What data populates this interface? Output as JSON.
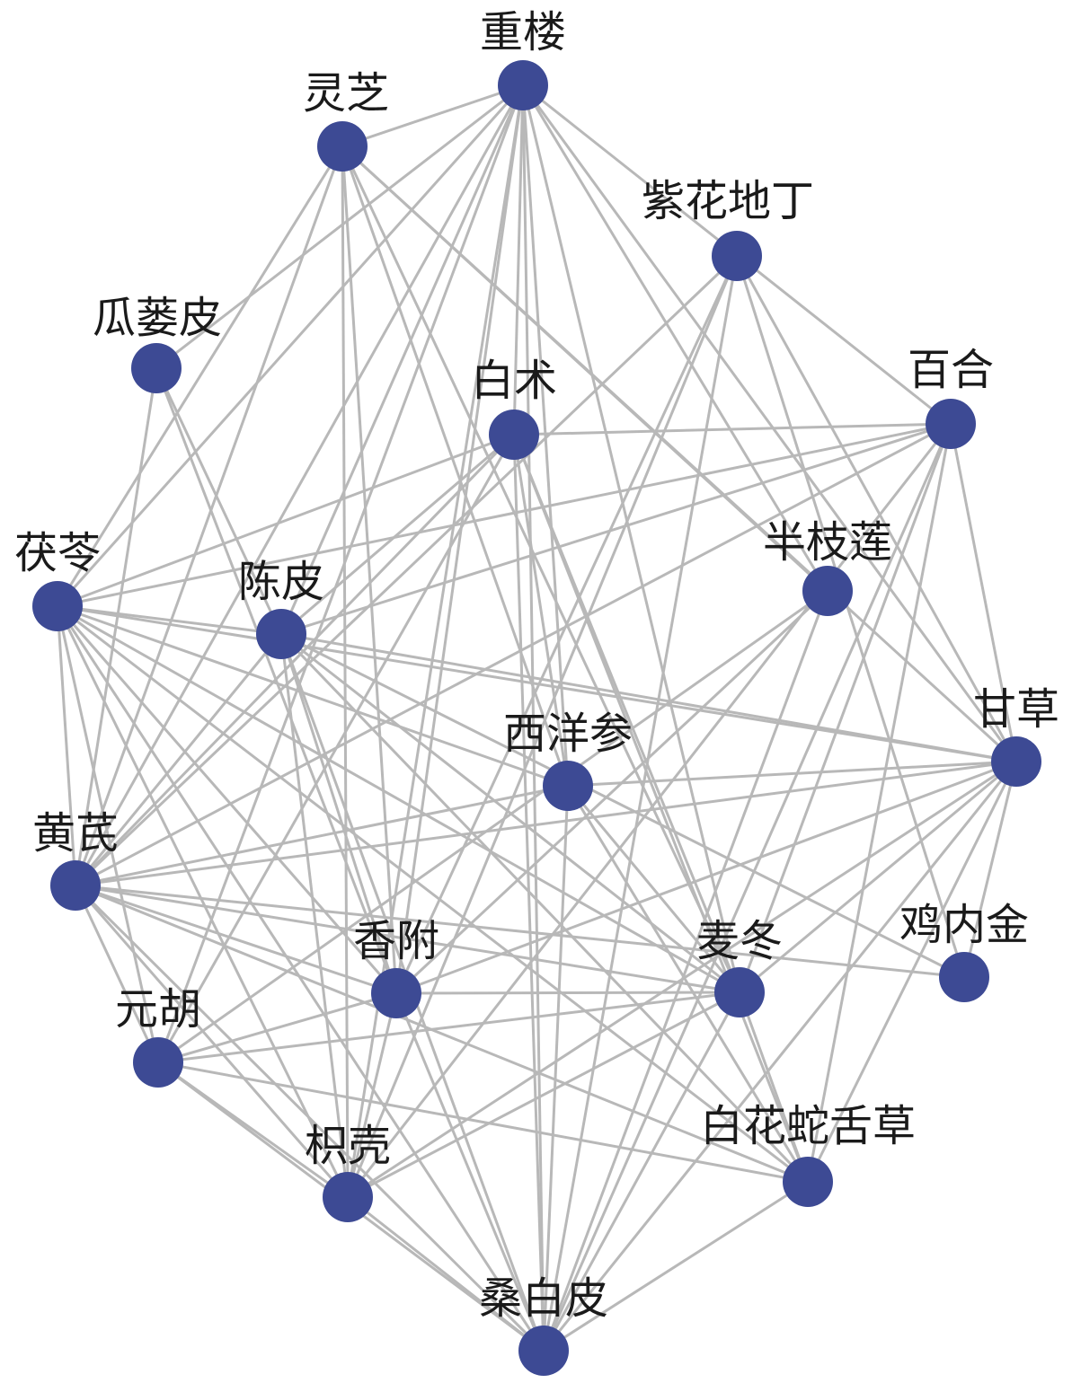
{
  "network": {
    "colors": {
      "node": "#3d4a94",
      "edge": "#b8b8b8",
      "label": "#1a1a1a"
    },
    "nodes": [
      {
        "id": "chonglou",
        "label": "重楼"
      },
      {
        "id": "lingzhi",
        "label": "灵芝"
      },
      {
        "id": "zihuadiding",
        "label": "紫花地丁"
      },
      {
        "id": "gualoupi",
        "label": "瓜蒌皮"
      },
      {
        "id": "baizhu",
        "label": "白术"
      },
      {
        "id": "baihe",
        "label": "百合"
      },
      {
        "id": "fuling",
        "label": "茯苓"
      },
      {
        "id": "chenpi",
        "label": "陈皮"
      },
      {
        "id": "banzhilian",
        "label": "半枝莲"
      },
      {
        "id": "gancao",
        "label": "甘草"
      },
      {
        "id": "xiyangshen",
        "label": "西洋参"
      },
      {
        "id": "huangqi",
        "label": "黄芪"
      },
      {
        "id": "xiangfu",
        "label": "香附"
      },
      {
        "id": "maidong",
        "label": "麦冬"
      },
      {
        "id": "jineijin",
        "label": "鸡内金"
      },
      {
        "id": "yuanhu",
        "label": "元胡"
      },
      {
        "id": "zhiqiao",
        "label": "枳壳"
      },
      {
        "id": "baihuasheshecao",
        "label": "白花蛇舌草"
      },
      {
        "id": "sangbaipi",
        "label": "桑白皮"
      }
    ],
    "edges": [
      [
        "chonglou",
        "lingzhi"
      ],
      [
        "chonglou",
        "gualoupi"
      ],
      [
        "chonglou",
        "fuling"
      ],
      [
        "chonglou",
        "chenpi"
      ],
      [
        "chonglou",
        "baizhu"
      ],
      [
        "chonglou",
        "xiyangshen"
      ],
      [
        "chonglou",
        "huangqi"
      ],
      [
        "chonglou",
        "xiangfu"
      ],
      [
        "chonglou",
        "maidong"
      ],
      [
        "chonglou",
        "zhiqiao"
      ],
      [
        "chonglou",
        "sangbaipi"
      ],
      [
        "chonglou",
        "banzhilian"
      ],
      [
        "chonglou",
        "baihe"
      ],
      [
        "chonglou",
        "yuanhu"
      ],
      [
        "chonglou",
        "gancao"
      ],
      [
        "lingzhi",
        "fuling"
      ],
      [
        "lingzhi",
        "huangqi"
      ],
      [
        "lingzhi",
        "xiyangshen"
      ],
      [
        "lingzhi",
        "maidong"
      ],
      [
        "lingzhi",
        "gancao"
      ],
      [
        "lingzhi",
        "zhiqiao"
      ],
      [
        "lingzhi",
        "banzhilian"
      ],
      [
        "lingzhi",
        "xiangfu"
      ],
      [
        "zihuadiding",
        "xiangfu"
      ],
      [
        "zihuadiding",
        "zhiqiao"
      ],
      [
        "zihuadiding",
        "gancao"
      ],
      [
        "zihuadiding",
        "sangbaipi"
      ],
      [
        "zihuadiding",
        "jineijin"
      ],
      [
        "zihuadiding",
        "huangqi"
      ],
      [
        "gualoupi",
        "chenpi"
      ],
      [
        "gualoupi",
        "huangqi"
      ],
      [
        "gualoupi",
        "xiangfu"
      ],
      [
        "baizhu",
        "fuling"
      ],
      [
        "baizhu",
        "huangqi"
      ],
      [
        "baizhu",
        "xiyangshen"
      ],
      [
        "baizhu",
        "maidong"
      ],
      [
        "baizhu",
        "sangbaipi"
      ],
      [
        "baizhu",
        "yuanhu"
      ],
      [
        "baizhu",
        "chenpi"
      ],
      [
        "baizhu",
        "baihe"
      ],
      [
        "baizhu",
        "baihuasheshecao"
      ],
      [
        "baihe",
        "fuling"
      ],
      [
        "baihe",
        "huangqi"
      ],
      [
        "baihe",
        "maidong"
      ],
      [
        "baihe",
        "gancao"
      ],
      [
        "baihe",
        "sangbaipi"
      ],
      [
        "baihe",
        "zhiqiao"
      ],
      [
        "baihe",
        "baihuasheshecao"
      ],
      [
        "baihe",
        "chenpi"
      ],
      [
        "fuling",
        "huangqi"
      ],
      [
        "fuling",
        "yuanhu"
      ],
      [
        "fuling",
        "xiyangshen"
      ],
      [
        "fuling",
        "gancao"
      ],
      [
        "fuling",
        "xiangfu"
      ],
      [
        "fuling",
        "maidong"
      ],
      [
        "fuling",
        "sangbaipi"
      ],
      [
        "fuling",
        "zhiqiao"
      ],
      [
        "fuling",
        "baihuasheshecao"
      ],
      [
        "fuling",
        "chenpi"
      ],
      [
        "chenpi",
        "gancao"
      ],
      [
        "chenpi",
        "huangqi"
      ],
      [
        "chenpi",
        "zhiqiao"
      ],
      [
        "chenpi",
        "sangbaipi"
      ],
      [
        "chenpi",
        "maidong"
      ],
      [
        "chenpi",
        "jineijin"
      ],
      [
        "chenpi",
        "xiangfu"
      ],
      [
        "chenpi",
        "baihuasheshecao"
      ],
      [
        "banzhilian",
        "yuanhu"
      ],
      [
        "banzhilian",
        "xiangfu"
      ],
      [
        "banzhilian",
        "sangbaipi"
      ],
      [
        "gancao",
        "huangqi"
      ],
      [
        "gancao",
        "xiyangshen"
      ],
      [
        "gancao",
        "maidong"
      ],
      [
        "gancao",
        "zhiqiao"
      ],
      [
        "gancao",
        "jineijin"
      ],
      [
        "gancao",
        "baihuasheshecao"
      ],
      [
        "gancao",
        "xiangfu"
      ],
      [
        "gancao",
        "sangbaipi"
      ],
      [
        "xiyangshen",
        "maidong"
      ],
      [
        "xiyangshen",
        "huangqi"
      ],
      [
        "xiyangshen",
        "sangbaipi"
      ],
      [
        "xiyangshen",
        "baihuasheshecao"
      ],
      [
        "huangqi",
        "maidong"
      ],
      [
        "huangqi",
        "xiangfu"
      ],
      [
        "huangqi",
        "zhiqiao"
      ],
      [
        "huangqi",
        "yuanhu"
      ],
      [
        "huangqi",
        "sangbaipi"
      ],
      [
        "huangqi",
        "baihuasheshecao"
      ],
      [
        "huangqi",
        "jineijin"
      ],
      [
        "xiangfu",
        "zhiqiao"
      ],
      [
        "xiangfu",
        "sangbaipi"
      ],
      [
        "xiangfu",
        "maidong"
      ],
      [
        "xiangfu",
        "yuanhu"
      ],
      [
        "maidong",
        "zhiqiao"
      ],
      [
        "maidong",
        "baihuasheshecao"
      ],
      [
        "maidong",
        "sangbaipi"
      ],
      [
        "maidong",
        "yuanhu"
      ],
      [
        "yuanhu",
        "zhiqiao"
      ],
      [
        "yuanhu",
        "sangbaipi"
      ],
      [
        "zhiqiao",
        "sangbaipi"
      ],
      [
        "baihuasheshecao",
        "sangbaipi"
      ],
      [
        "baihuasheshecao",
        "yuanhu"
      ]
    ]
  }
}
